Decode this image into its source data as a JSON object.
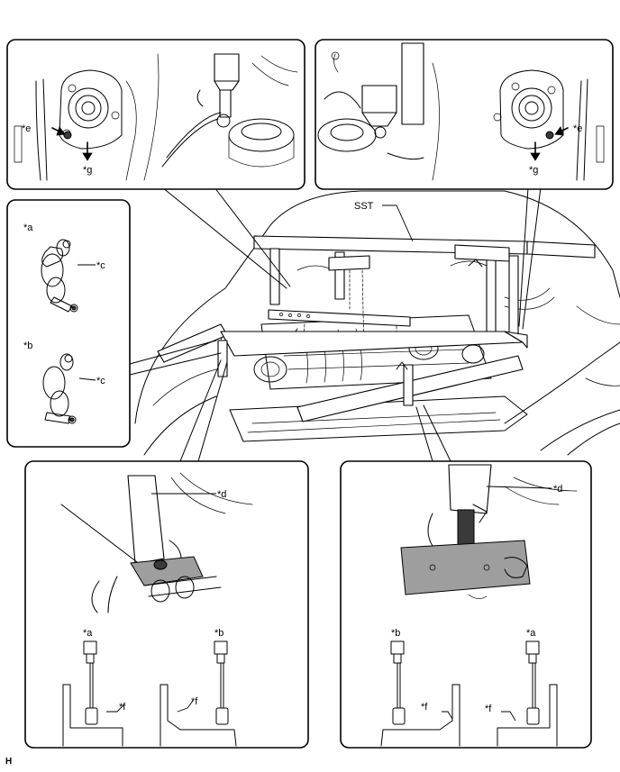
{
  "figure": {
    "sheet_marker": "H",
    "sst_label": "SST"
  },
  "callouts": {
    "a": "*a",
    "b": "*b",
    "c": "*c",
    "d": "*d",
    "e": "*e",
    "f": "*f",
    "g": "*g"
  }
}
